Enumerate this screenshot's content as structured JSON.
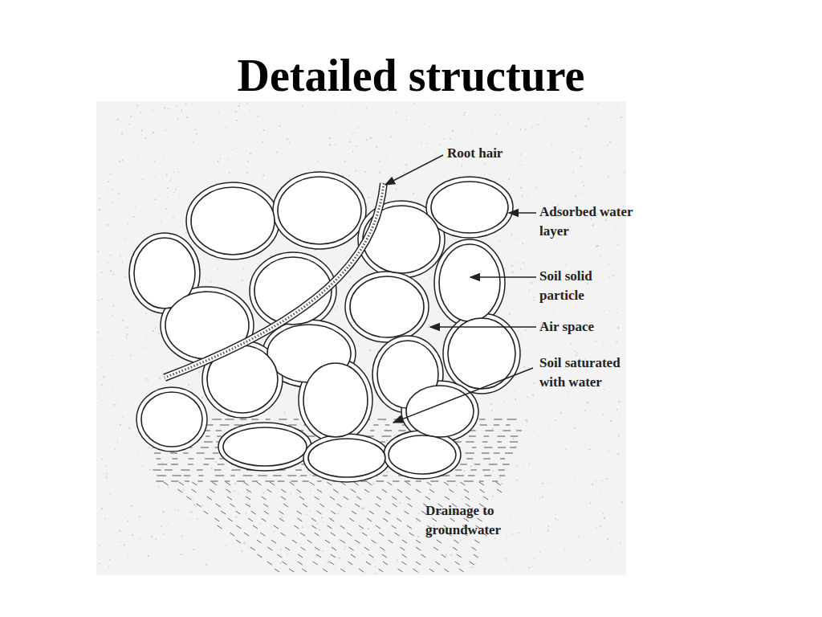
{
  "diagram": {
    "title": "Detailed structure",
    "labels": [
      "Root hair",
      "Adsorbed water layer",
      "Soil solid particle",
      "Air space",
      "Soil saturated with water",
      "Drainage to groundwater"
    ]
  }
}
